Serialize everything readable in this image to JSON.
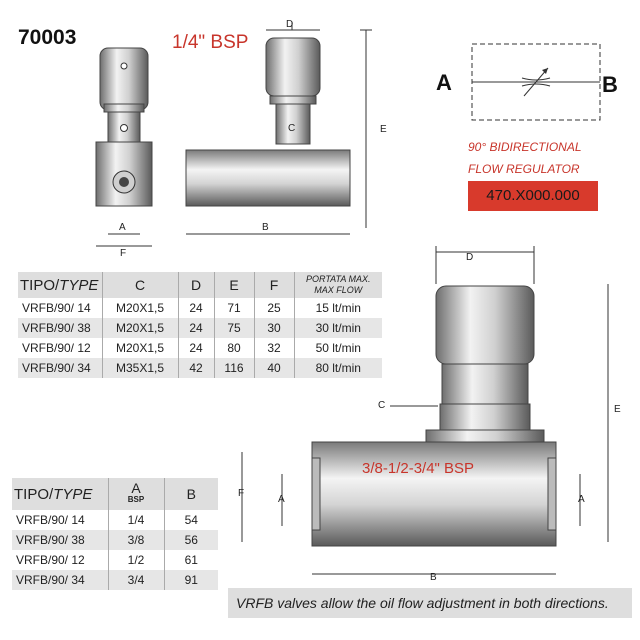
{
  "header": {
    "code": "70003",
    "thread_top": "1/4\" BSP",
    "thread_large": "3/8-1/2-3/4\" BSP"
  },
  "symbol": {
    "port_a": "A",
    "port_b": "B",
    "title_line1": "90° BIDIRECTIONAL",
    "title_line2": "FLOW REGULATOR",
    "part_number": "470.X000.000",
    "part_box_color": "#d83a2c"
  },
  "dims": {
    "a": "A",
    "b": "B",
    "c": "C",
    "d": "D",
    "e": "E",
    "f": "F"
  },
  "table1": {
    "headers": {
      "type": "TIPO/",
      "type_it": "TYPE",
      "c": "C",
      "d": "D",
      "e": "E",
      "f": "F",
      "flow_line1": "PORTATA MAX.",
      "flow_line2": "MAX FLOW"
    },
    "rows": [
      {
        "type": "VRFB/90/ 14",
        "c": "M20X1,5",
        "d": "24",
        "e": "71",
        "f": "25",
        "flow": "15 lt/min"
      },
      {
        "type": "VRFB/90/ 38",
        "c": "M20X1,5",
        "d": "24",
        "e": "75",
        "f": "30",
        "flow": "30 lt/min"
      },
      {
        "type": "VRFB/90/ 12",
        "c": "M20X1,5",
        "d": "24",
        "e": "80",
        "f": "32",
        "flow": "50 lt/min"
      },
      {
        "type": "VRFB/90/ 34",
        "c": "M35X1,5",
        "d": "42",
        "e": "116",
        "f": "40",
        "flow": "80 lt/min"
      }
    ]
  },
  "table2": {
    "headers": {
      "type": "TIPO/",
      "type_it": "TYPE",
      "a": "A",
      "a_sub": "BSP",
      "b": "B"
    },
    "rows": [
      {
        "type": "VRFB/90/ 14",
        "a": "1/4",
        "b": "54"
      },
      {
        "type": "VRFB/90/ 38",
        "a": "3/8",
        "b": "56"
      },
      {
        "type": "VRFB/90/ 12",
        "a": "1/2",
        "b": "61"
      },
      {
        "type": "VRFB/90/ 34",
        "a": "3/4",
        "b": "91"
      }
    ]
  },
  "footer": {
    "note": "VRFB valves allow the oil flow adjustment in both directions."
  }
}
